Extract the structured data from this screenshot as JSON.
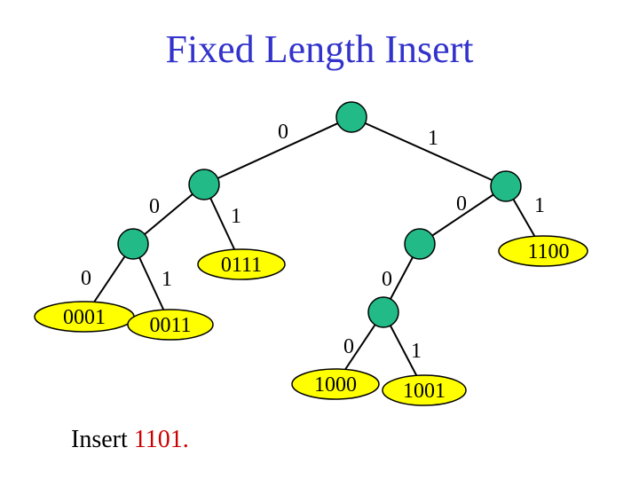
{
  "title": "Fixed Length Insert",
  "colors": {
    "title": "#3333cc",
    "internal_node": "#22bb88",
    "leaf_node": "#ffff00",
    "highlight_key": "#cc0000"
  },
  "edge_labels": {
    "root_left": "0",
    "root_right": "1",
    "n0_left": "0",
    "n0_right": "1",
    "n1_left": "0",
    "n1_right": "1",
    "n00_left": "0",
    "n00_right": "1",
    "n10_left": "0",
    "n100_left": "0",
    "n100_right": "1"
  },
  "leaves": {
    "l0001": "0001",
    "l0011": "0011",
    "l0111": "0111",
    "l1100": "1100",
    "l1000": "1000",
    "l1001": "1001"
  },
  "caption": {
    "prefix": "Insert ",
    "key": "1101",
    "suffix": "."
  }
}
